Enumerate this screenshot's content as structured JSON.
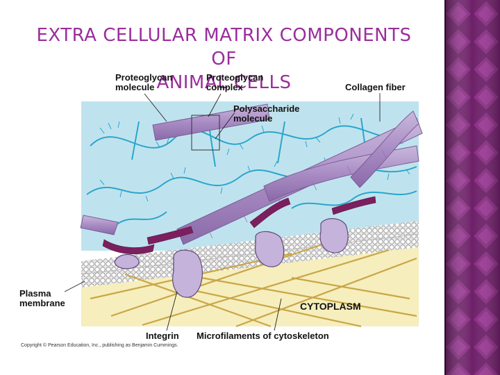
{
  "slide": {
    "title_line1": "EXTRA CELLULAR MATRIX COMPONENTS OF",
    "title_line2": "ANIMAL CELLS",
    "accent_color": "#9a2e9c",
    "sidebar_color": "#5b1a57"
  },
  "diagram": {
    "labels": {
      "proteoglycan_molecule": "Proteoglycan\nmolecule",
      "proteoglycan_complex": "Proteoglycan\ncomplex",
      "collagen_fiber": "Collagen fiber",
      "polysaccharide_molecule": "Polysaccharide\nmolecule",
      "plasma_membrane": "Plasma\nmembrane",
      "cytoplasm": "CYTOPLASM",
      "integrin": "Integrin",
      "microfilaments": "Microfilaments of cytoskeleton"
    },
    "copyright": "Copyright © Pearson Education, Inc., publishing as Benjamin Cummings."
  }
}
